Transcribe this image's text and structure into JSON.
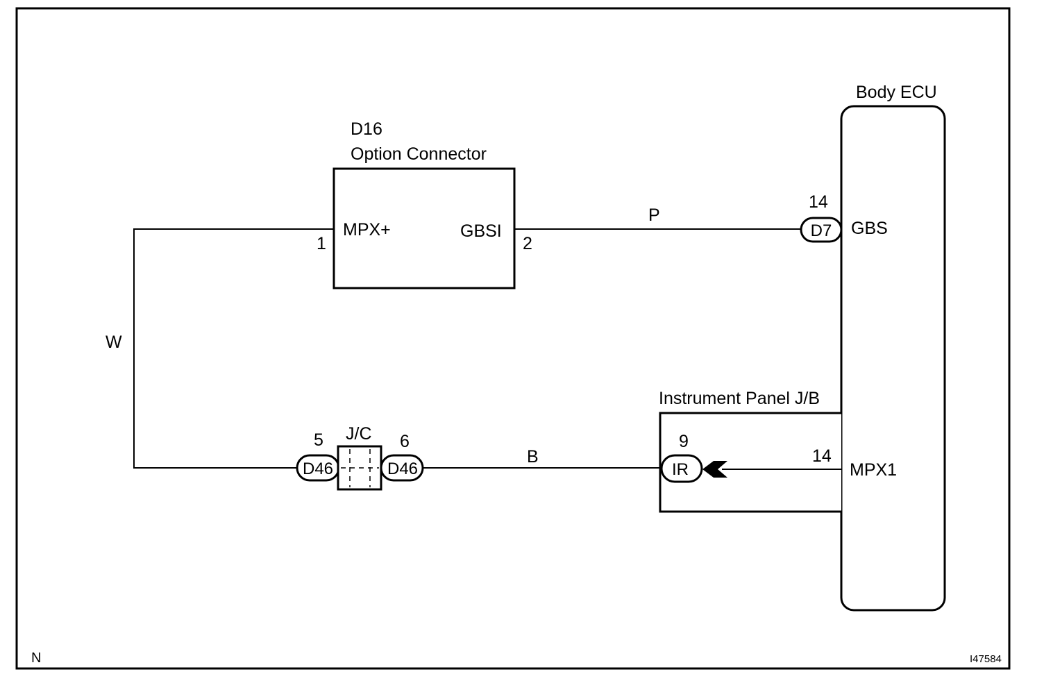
{
  "option_connector": {
    "code": "D16",
    "name": "Option Connector",
    "pin_left_label": "MPX+",
    "pin_left_number": "1",
    "pin_right_label": "GBSI",
    "pin_right_number": "2"
  },
  "body_ecu": {
    "name": "Body ECU",
    "gbs_label": "GBS",
    "mpx1_label": "MPX1"
  },
  "connector_d7": {
    "code": "D7",
    "pin": "14"
  },
  "junction_connector": {
    "label": "J/C",
    "left_code": "D46",
    "left_pin": "5",
    "right_code": "D46",
    "right_pin": "6"
  },
  "instrument_panel_jb": {
    "name": "Instrument Panel J/B",
    "connector_code": "IR",
    "connector_pin": "9",
    "output_pin": "14"
  },
  "wires": {
    "p_color": "P",
    "w_color": "W",
    "b_color": "B"
  },
  "corner_code": "N",
  "figure_id": "I47584"
}
